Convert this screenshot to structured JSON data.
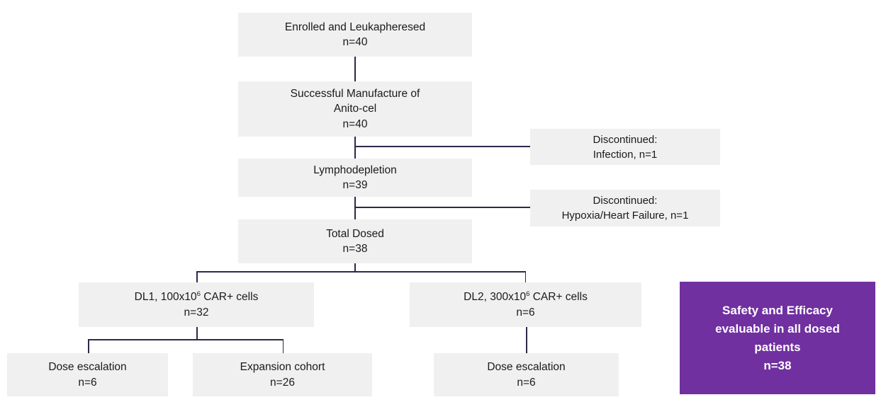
{
  "colors": {
    "background": "#ffffff",
    "node_fill": "#f0f0f0",
    "node_text": "#1a1a1a",
    "connector": "#2b2a4a",
    "highlight_fill": "#7030a0",
    "highlight_text": "#ffffff"
  },
  "flowchart": {
    "enrolled": {
      "label": "Enrolled and Leukapheresed",
      "count": "n=40"
    },
    "manufacture": {
      "label_line1": "Successful Manufacture of",
      "label_line2": "Anito-cel",
      "count": "n=40"
    },
    "discontinued_infection": {
      "label": "Discontinued:",
      "detail": "Infection, n=1"
    },
    "lymphodepletion": {
      "label": "Lymphodepletion",
      "count": "n=39"
    },
    "discontinued_hypoxia": {
      "label": "Discontinued:",
      "detail": "Hypoxia/Heart Failure, n=1"
    },
    "total_dosed": {
      "label": "Total Dosed",
      "count": "n=38"
    },
    "dl1": {
      "label_prefix": "DL1, 100x10",
      "label_sup": "6",
      "label_suffix": " CAR+ cells",
      "count": "n=32"
    },
    "dl2": {
      "label_prefix": "DL2, 300x10",
      "label_sup": "6",
      "label_suffix": " CAR+ cells",
      "count": "n=6"
    },
    "dl1_dose_escalation": {
      "label": "Dose escalation",
      "count": "n=6"
    },
    "dl1_expansion": {
      "label": "Expansion cohort",
      "count": "n=26"
    },
    "dl2_dose_escalation": {
      "label": "Dose escalation",
      "count": "n=6"
    },
    "highlight": {
      "line1": "Safety and Efficacy",
      "line2": "evaluable in all dosed",
      "line3": "patients",
      "count": "n=38"
    }
  }
}
